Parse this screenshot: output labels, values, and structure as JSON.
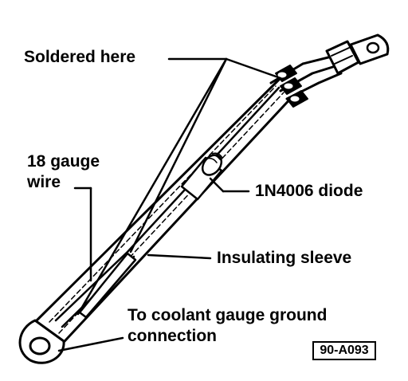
{
  "labels": {
    "soldered": "Soldered here",
    "wire_line1": "18 gauge",
    "wire_line2": "wire",
    "diode": "1N4006 diode",
    "sleeve": "Insulating sleeve",
    "coolant_line1": "To coolant gauge ground",
    "coolant_line2": "connection"
  },
  "figure_code": "90-A093",
  "colors": {
    "ink": "#000000",
    "paper": "#ffffff"
  }
}
